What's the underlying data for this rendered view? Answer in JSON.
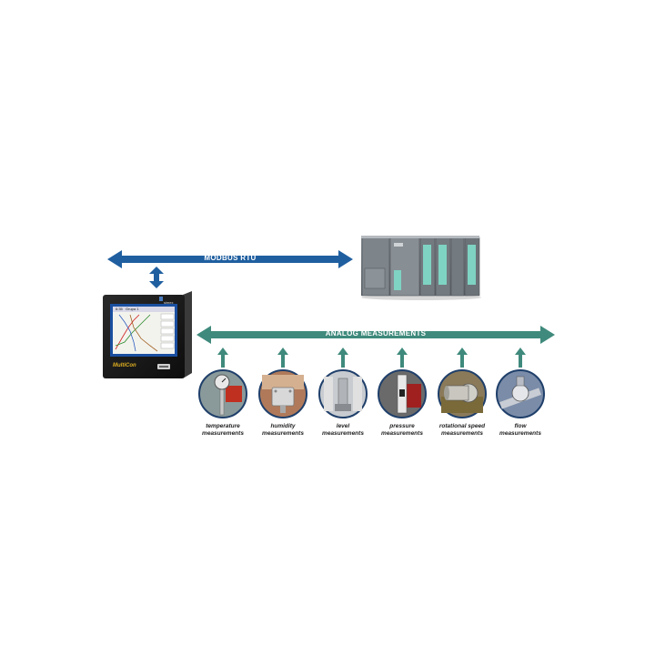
{
  "modbus": {
    "label": "MODBUS RTU"
  },
  "analog": {
    "label": "ANALOG MEASUREMENTS"
  },
  "device": {
    "brand": "MultiCon",
    "logo": "simex",
    "screen_time": "6:35",
    "screen_group": "Grupa 1"
  },
  "sensors": [
    {
      "line1": "temperature",
      "line2": "measurements"
    },
    {
      "line1": "humidity",
      "line2": "measurements"
    },
    {
      "line1": "level",
      "line2": "measurements"
    },
    {
      "line1": "pressure",
      "line2": "measurements"
    },
    {
      "line1": "rotational speed",
      "line2": "measurements"
    },
    {
      "line1": "flow",
      "line2": "measurements"
    }
  ],
  "colors": {
    "modbus_arrow": "#1f5fa0",
    "analog_arrow": "#3f8a7c",
    "device_body": "#1c1c1c",
    "device_screen_border": "#1a4fa0"
  }
}
